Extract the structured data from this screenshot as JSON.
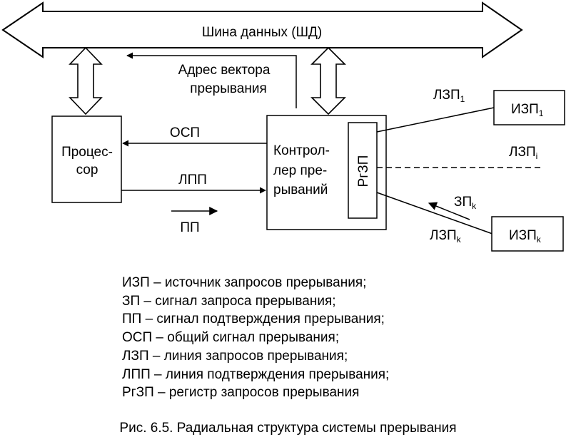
{
  "bus": {
    "label": "Шина данных (ШД)"
  },
  "vector_address": {
    "line1": "Адрес вектора",
    "line2": "прерывания"
  },
  "processor": {
    "line1": "Процес-",
    "line2": "сор"
  },
  "controller": {
    "line1": "Контрол-",
    "line2": "лер пре-",
    "line3": "рываний"
  },
  "register": {
    "label": "РгЗП"
  },
  "signals": {
    "osp": "ОСП",
    "lpp": "ЛПП",
    "pp": "ПП"
  },
  "lines": {
    "lzp1_main": "ЛЗП",
    "lzp1_sub": "1",
    "lzpi_main": "ЛЗП",
    "lzpi_sub": "i",
    "lzpk_main": "ЛЗП",
    "lzpk_sub": "k",
    "zpk_main": "ЗП",
    "zpk_sub": "k"
  },
  "sources": {
    "izp1_main": "ИЗП",
    "izp1_sub": "1",
    "izpk_main": "ИЗП",
    "izpk_sub": "k"
  },
  "legend": [
    "ИЗП – источник запросов прерывания;",
    "ЗП – сигнал запроса прерывания;",
    "ПП – сигнал подтверждения прерывания;",
    "ОСП – общий сигнал прерывания;",
    "ЛЗП – линия запросов прерывания;",
    "ЛПП – линия подтверждения прерывания;",
    "РгЗП – регистр запросов прерывания"
  ],
  "caption": "Рис. 6.5. Радиальная структура системы прерывания"
}
